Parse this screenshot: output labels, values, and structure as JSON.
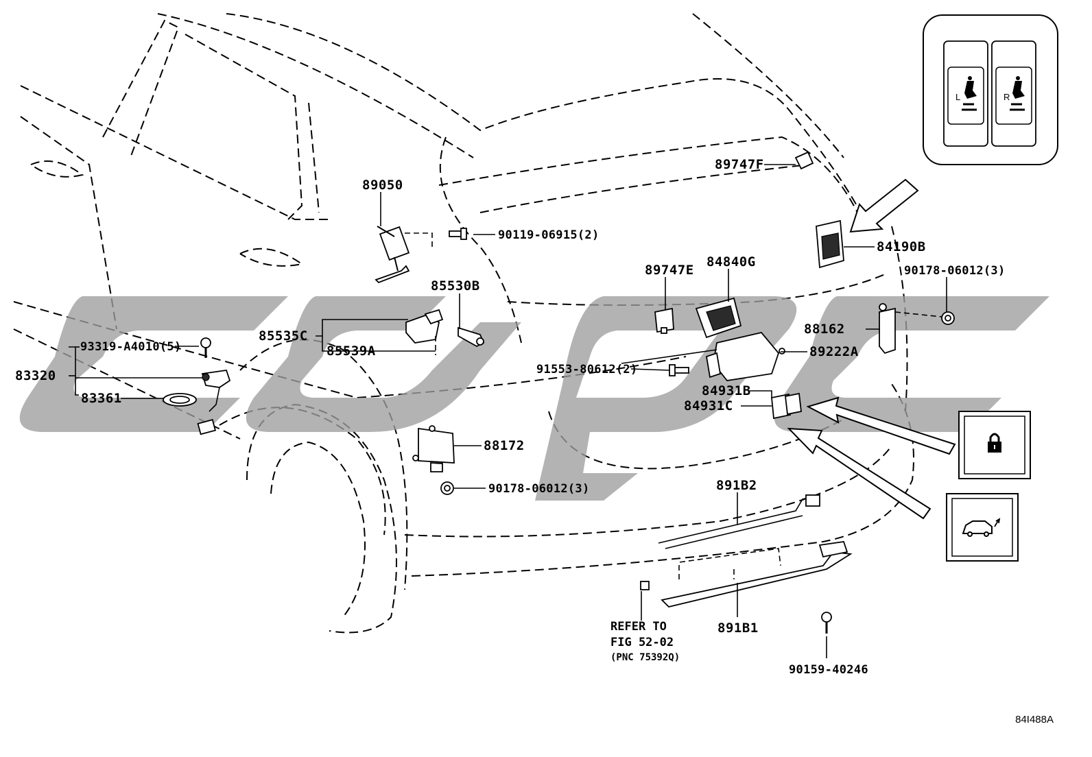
{
  "parts": {
    "p89050": "89050",
    "p90119": "90119-06915(2)",
    "p85530B": "85530B",
    "p85535C": "85535C",
    "p85539A": "85539A",
    "p93319": "93319-A4010(5)",
    "p83320": "83320",
    "p83361": "83361",
    "p88172": "88172",
    "p90178a": "90178-06012(3)",
    "p89747F": "89747F",
    "p89747E": "89747E",
    "p84840G": "84840G",
    "p84190B": "84190B",
    "p90178b": "90178-06012(3)",
    "p88162": "88162",
    "p89222A": "89222A",
    "p91553": "91553-80612(2)",
    "p84931B": "84931B",
    "p84931C": "84931C",
    "p891B2": "891B2",
    "p891B1": "891B1",
    "p90159": "90159-40246"
  },
  "note": {
    "line1": "REFER TO",
    "line2": "FIG 52-02",
    "line3": "(PNC 75392Q)"
  },
  "inset": {
    "left_letter": "L",
    "right_letter": "R"
  },
  "figure_code": "84I488A",
  "icons": {
    "lock": "padlock-icon",
    "tailgate": "car-liftgate-icon",
    "seat_left": "seat-left-icon",
    "seat_right": "seat-right-icon"
  },
  "colors": {
    "ink": "#000000",
    "watermark": "#9e9e9e"
  }
}
